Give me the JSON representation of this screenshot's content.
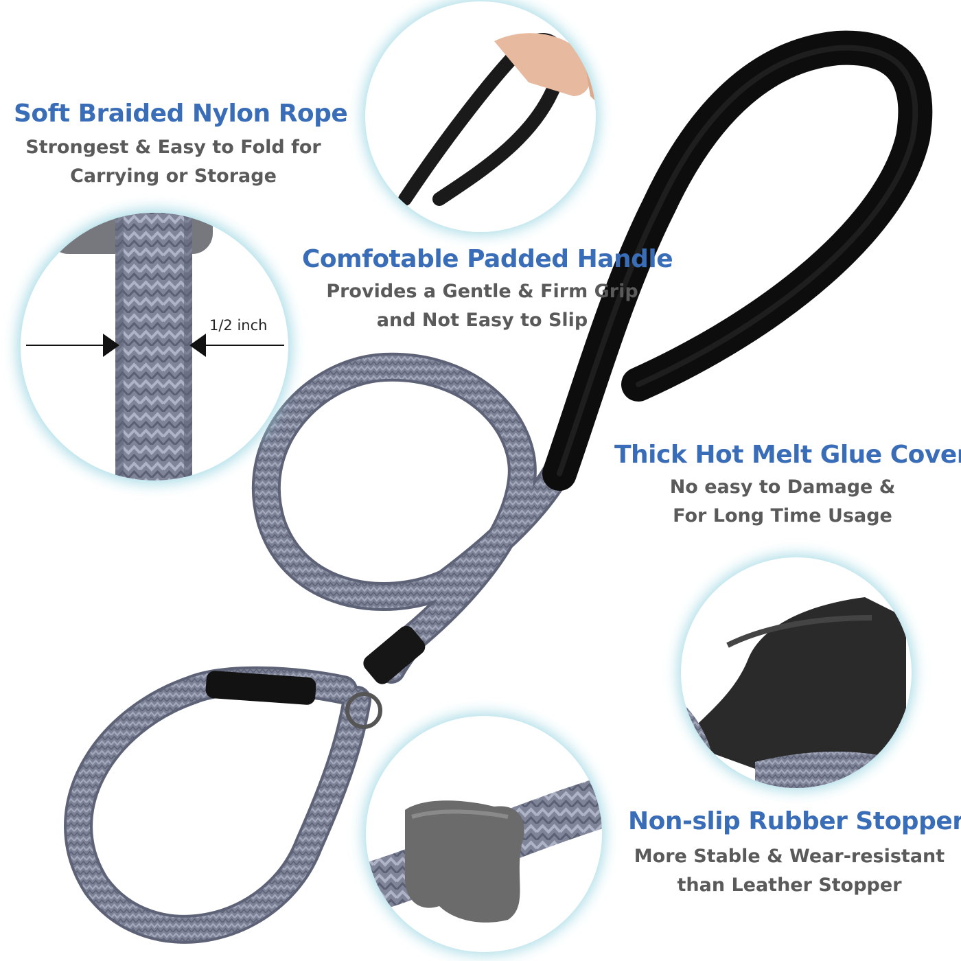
{
  "features": {
    "rope": {
      "title": "Soft Braided Nylon Rope",
      "line1": "Strongest & Easy to Fold for",
      "line2": "Carrying or Storage"
    },
    "handle": {
      "title": "Comfotable Padded Handle",
      "line1": "Provides a Gentle & Firm Grip",
      "line2": "and Not Easy to Slip"
    },
    "glue": {
      "title": "Thick Hot Melt Glue Cover",
      "line1": "No easy to Damage &",
      "line2": "For Long Time Usage"
    },
    "stopper": {
      "title": "Non-slip Rubber Stopper",
      "line1": "More Stable & Wear-resistant",
      "line2": "than Leather Stopper"
    }
  },
  "measurement": {
    "label": "1/2 inch"
  },
  "colors": {
    "title": "#3a6db8",
    "body": "#5a5a5a",
    "rope": "#7c8196",
    "handle": "#111111",
    "stopper": "#6b6b6b",
    "glow": "#a7dbe6"
  },
  "icons": [
    "hand-holding-handle",
    "rope-closeup",
    "glue-cover-closeup",
    "rubber-stopper-closeup",
    "leash"
  ]
}
